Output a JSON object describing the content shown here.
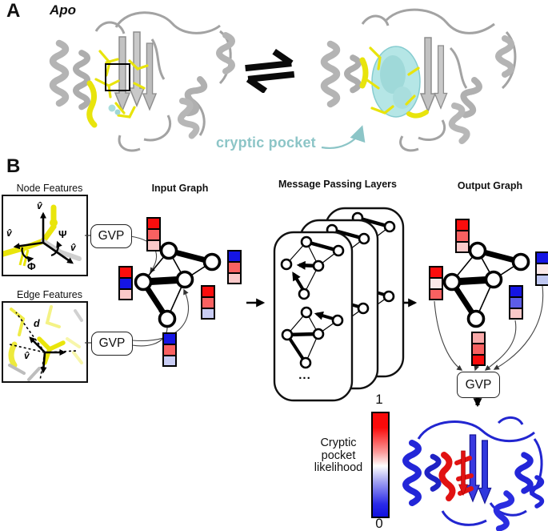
{
  "panel_a": {
    "label": "A",
    "protein_state": "Apo",
    "annotation": "cryptic pocket",
    "colors": {
      "cartoon_gray": "#b5b5b5",
      "residue_yellow": "#e8e40c",
      "pocket_cyan": "#b5e6e6",
      "annotation_teal": "#8cc5c7"
    }
  },
  "panel_b": {
    "label": "B",
    "titles": {
      "node_features": "Node Features",
      "edge_features": "Edge Features",
      "input_graph": "Input Graph",
      "message_passing": "Message Passing Layers",
      "output_graph": "Output Graph"
    },
    "gvp": {
      "node": "GVP",
      "edge": "GVP",
      "output": "GVP"
    },
    "vectors": {
      "v_hat": "v̂",
      "phi": "Φ",
      "psi": "Ψ",
      "distance": "d"
    },
    "ellipsis": "...",
    "colorbar": {
      "max": "1",
      "min": "0",
      "label_lines": [
        "Cryptic",
        "pocket",
        "likelihood"
      ],
      "gradient_top": "#fa0202",
      "gradient_mid": "#ffffff",
      "gradient_bottom": "#1111e8"
    },
    "feature_palette": {
      "red": "#fb0d0d",
      "medium_red": "#f96161",
      "light_pink": "#fac9c9",
      "very_light_pink": "#fbe9e9",
      "light_salmon": "#f9a9a9",
      "blue": "#1515e4",
      "medium_blue": "#5d5de8",
      "lavender": "#c9cdf4",
      "light_lavender": "#bfc7f1"
    },
    "input_columns": [
      {
        "cells": [
          "#fb0d0d",
          "#f96161",
          "#fac9c9"
        ]
      },
      {
        "cells": [
          "#fb0d0d",
          "#1515e4",
          "#fac9c9"
        ]
      },
      {
        "cells": [
          "#1515e4",
          "#f96161",
          "#fac9c9"
        ]
      },
      {
        "cells": [
          "#fb0d0d",
          "#f96161",
          "#c9cdf4"
        ]
      },
      {
        "cells": [
          "#1515e4",
          "#f96161",
          "#c9cdf4"
        ]
      }
    ],
    "output_columns": [
      {
        "cells": [
          "#fb0d0d",
          "#f96161",
          "#fac9c9"
        ]
      },
      {
        "cells": [
          "#fb0d0d",
          "#fbe9e9",
          "#f96161"
        ]
      },
      {
        "cells": [
          "#1515e4",
          "#fbe9e9",
          "#bfc7f1"
        ]
      },
      {
        "cells": [
          "#1515e4",
          "#5d5de8",
          "#fac9c9"
        ]
      },
      {
        "cells": [
          "#f9a9a9",
          "#f96161",
          "#fb0d0d"
        ]
      }
    ]
  }
}
